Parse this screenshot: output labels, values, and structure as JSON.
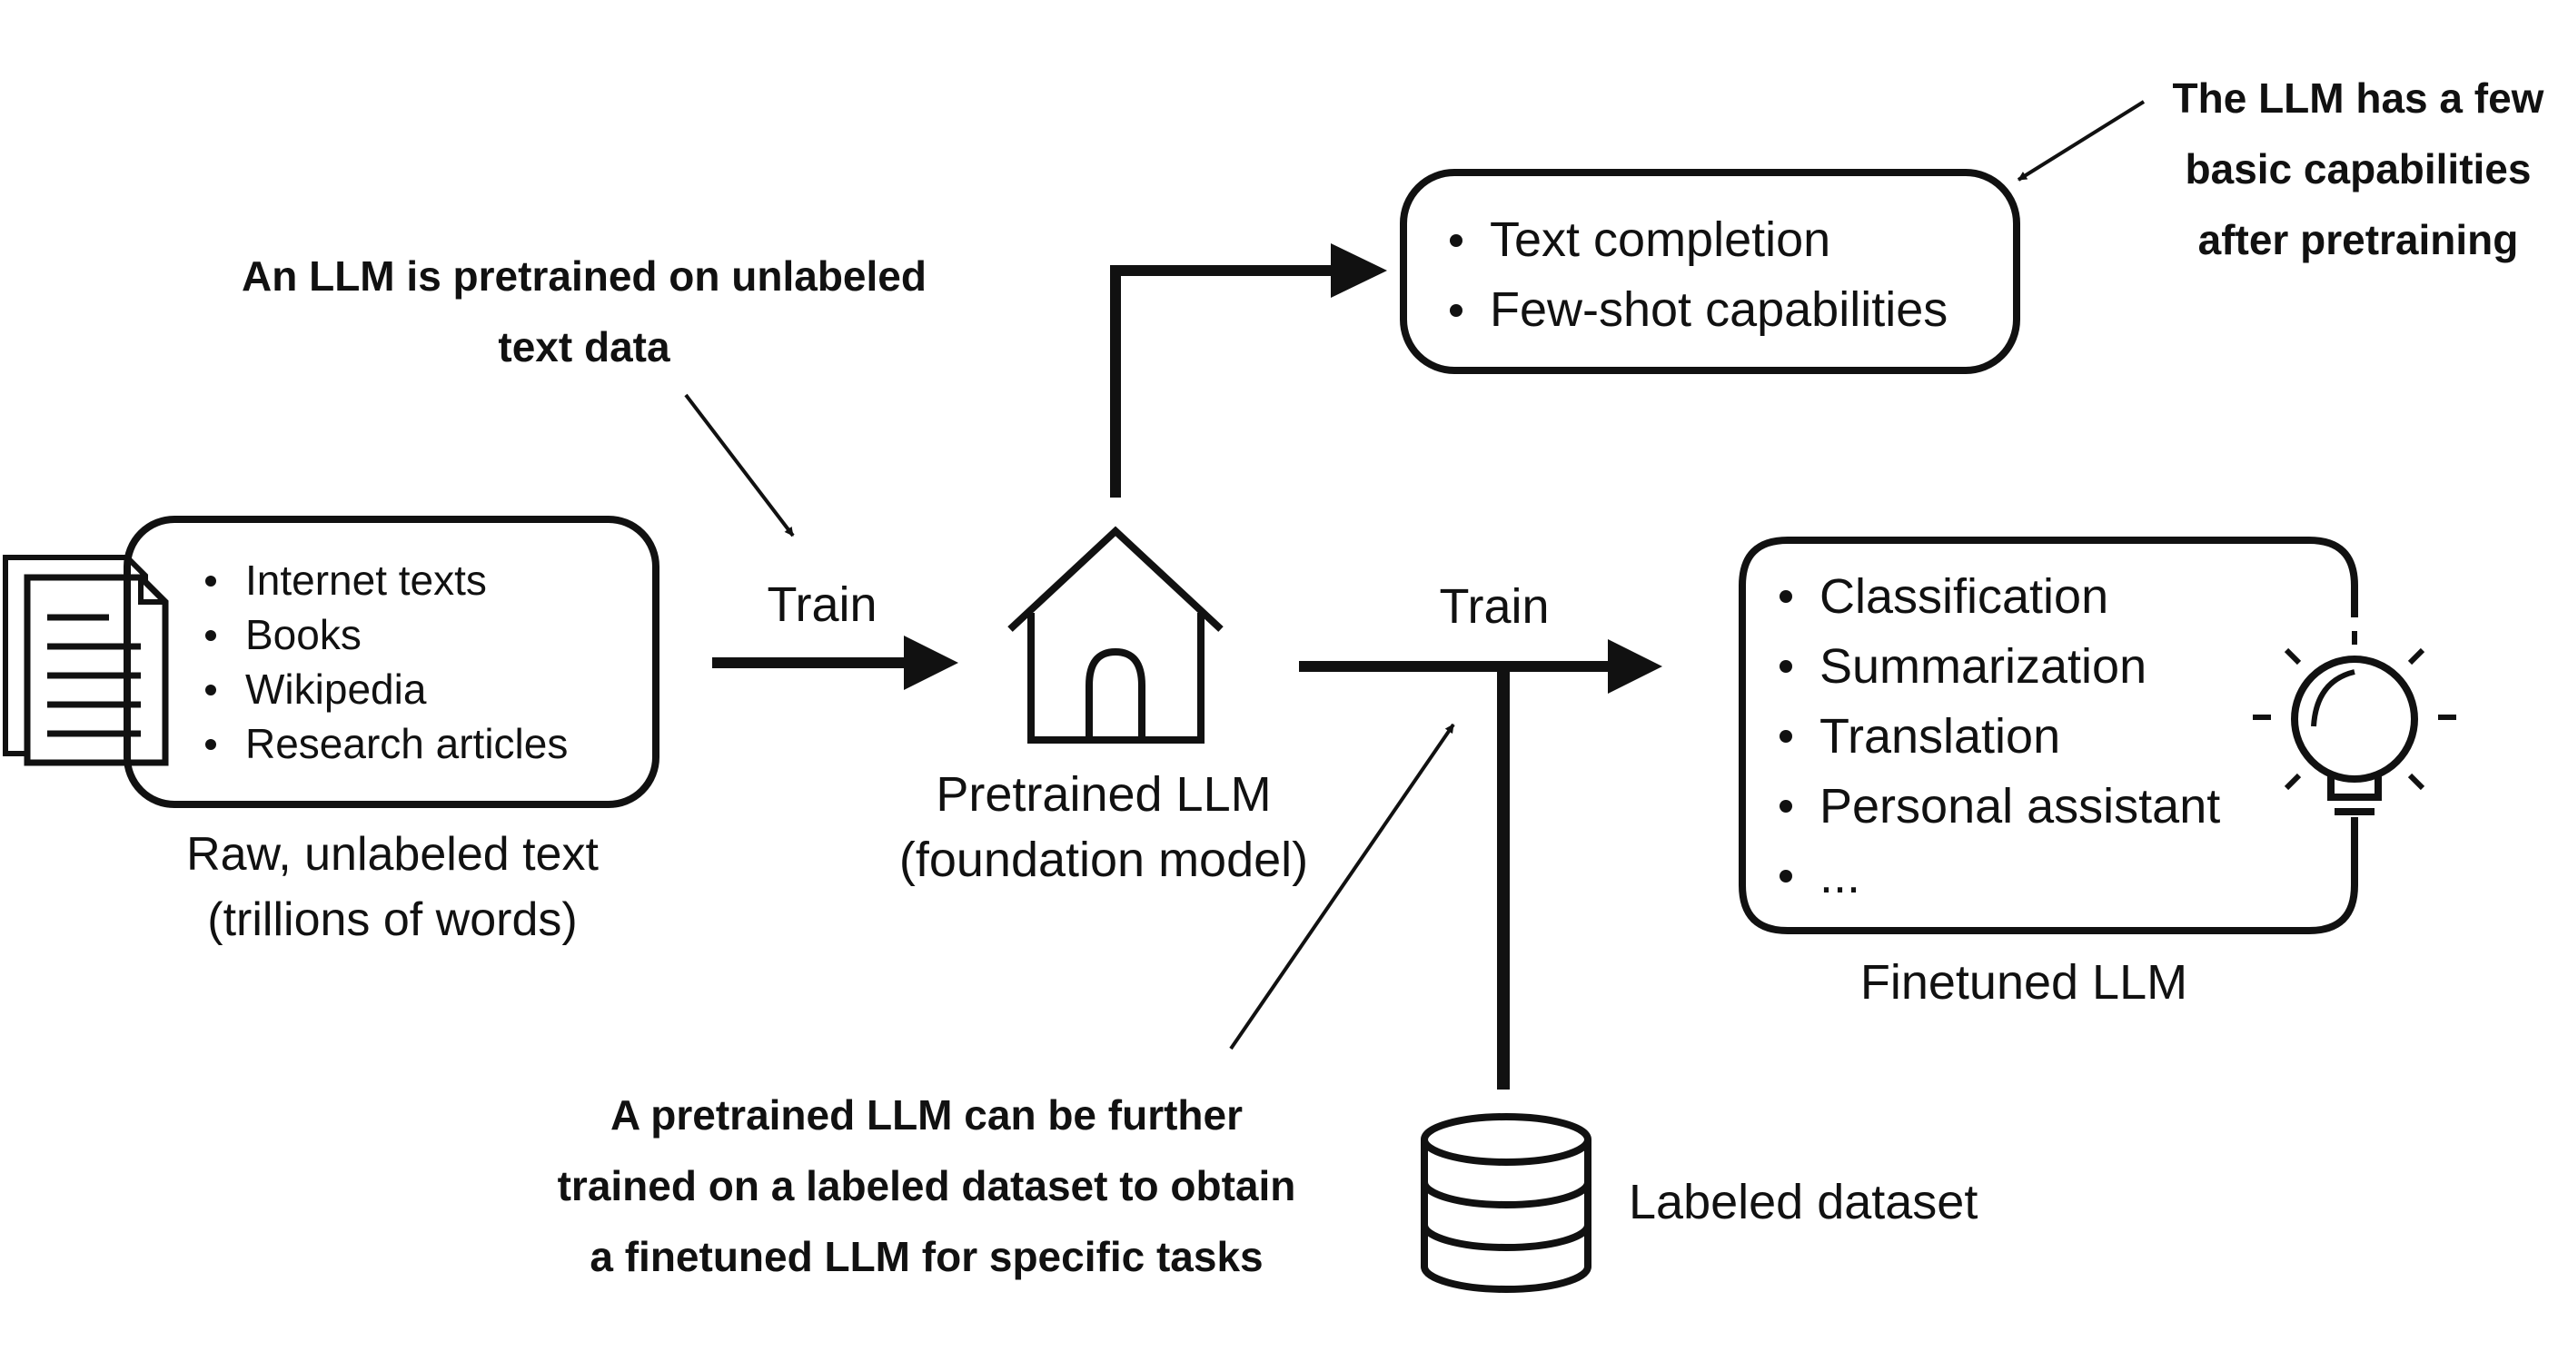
{
  "raw_text": {
    "items": [
      "Internet texts",
      "Books",
      "Wikipedia",
      "Research articles"
    ],
    "caption_line1": "Raw, unlabeled text",
    "caption_line2": "(trillions of words)"
  },
  "train_label_1": "Train",
  "pretrained": {
    "caption_line1": "Pretrained LLM",
    "caption_line2": "(foundation model)"
  },
  "capabilities": {
    "items": [
      "Text completion",
      "Few-shot capabilities"
    ]
  },
  "train_label_2": "Train",
  "finetuned": {
    "items": [
      "Classification",
      "Summarization",
      "Translation",
      "Personal assistant",
      "..."
    ],
    "caption": "Finetuned LLM"
  },
  "dataset": {
    "caption": "Labeled dataset"
  },
  "notes": {
    "pretrain": [
      "An LLM is pretrained on unlabeled",
      "text data"
    ],
    "capabilities": [
      "The LLM has a few",
      "basic capabilities",
      "after pretraining"
    ],
    "finetune": [
      "A pretrained LLM can be further",
      "trained on a labeled dataset to obtain",
      "a finetuned LLM for specific tasks"
    ]
  }
}
